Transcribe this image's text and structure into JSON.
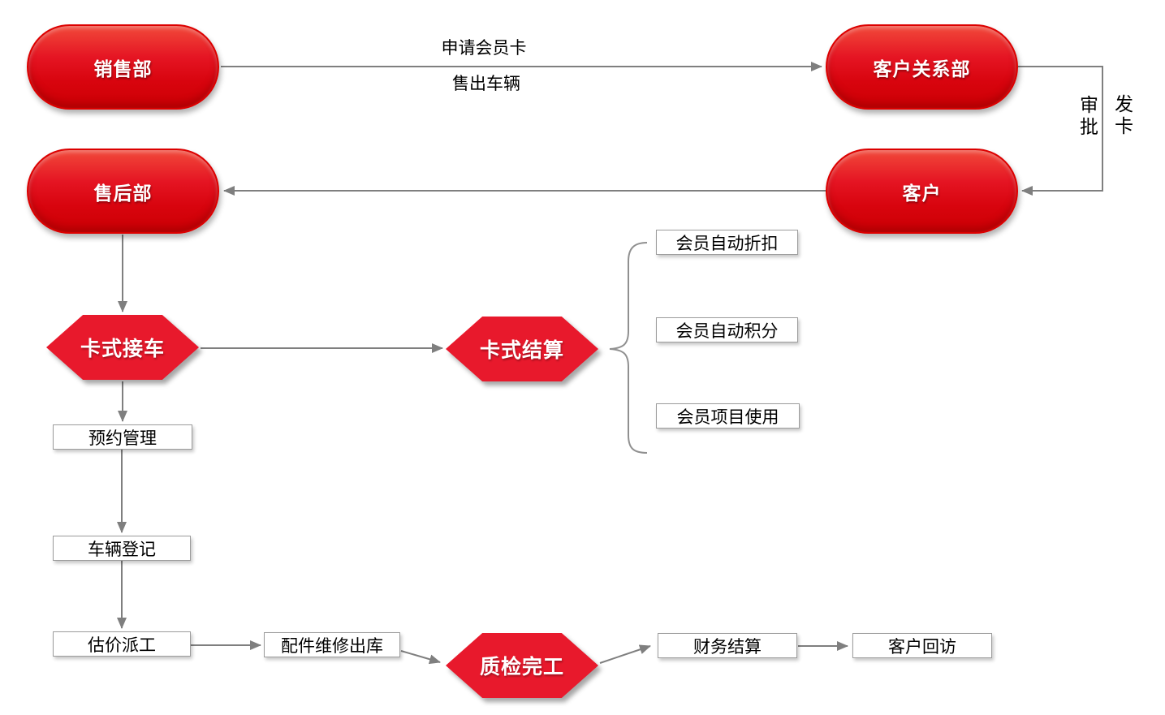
{
  "diagram": {
    "type": "flowchart",
    "colors": {
      "stadium_red_top": "#f1493a",
      "stadium_red_bottom": "#cd0004",
      "hexagon_red": "#e8192c",
      "node_text": "#ffffff",
      "box_background": "#ffffff",
      "box_border": "#9c9c9c",
      "box_text": "#000000",
      "connector_gray": "#7f7f7f",
      "brace_gray": "#909090"
    },
    "nodes": {
      "sales_dept": {
        "label": "销售部",
        "shape": "stadium"
      },
      "customer_relations_dept": {
        "label": "客户关系部",
        "shape": "stadium"
      },
      "aftersales_dept": {
        "label": "售后部",
        "shape": "stadium"
      },
      "customer": {
        "label": "客户",
        "shape": "stadium"
      },
      "card_reception": {
        "label": "卡式接车",
        "shape": "hexagon"
      },
      "card_settlement": {
        "label": "卡式结算",
        "shape": "hexagon"
      },
      "quality_inspection_complete": {
        "label": "质检完工",
        "shape": "hexagon"
      },
      "member_auto_discount": {
        "label": "会员自动折扣",
        "shape": "rect"
      },
      "member_auto_points": {
        "label": "会员自动积分",
        "shape": "rect"
      },
      "member_item_usage": {
        "label": "会员项目使用",
        "shape": "rect"
      },
      "appointment_management": {
        "label": "预约管理",
        "shape": "rect"
      },
      "vehicle_registration": {
        "label": "车辆登记",
        "shape": "rect"
      },
      "estimate_dispatch": {
        "label": "估价派工",
        "shape": "rect"
      },
      "parts_maintenance_outbound": {
        "label": "配件维修出库",
        "shape": "rect"
      },
      "financial_settlement": {
        "label": "财务结算",
        "shape": "rect"
      },
      "customer_followup": {
        "label": "客户回访",
        "shape": "rect"
      }
    },
    "edge_labels": {
      "apply_member_card": "申请会员卡",
      "sell_vehicle": "售出车辆",
      "approval": "审批",
      "issue_card": "发卡"
    }
  }
}
